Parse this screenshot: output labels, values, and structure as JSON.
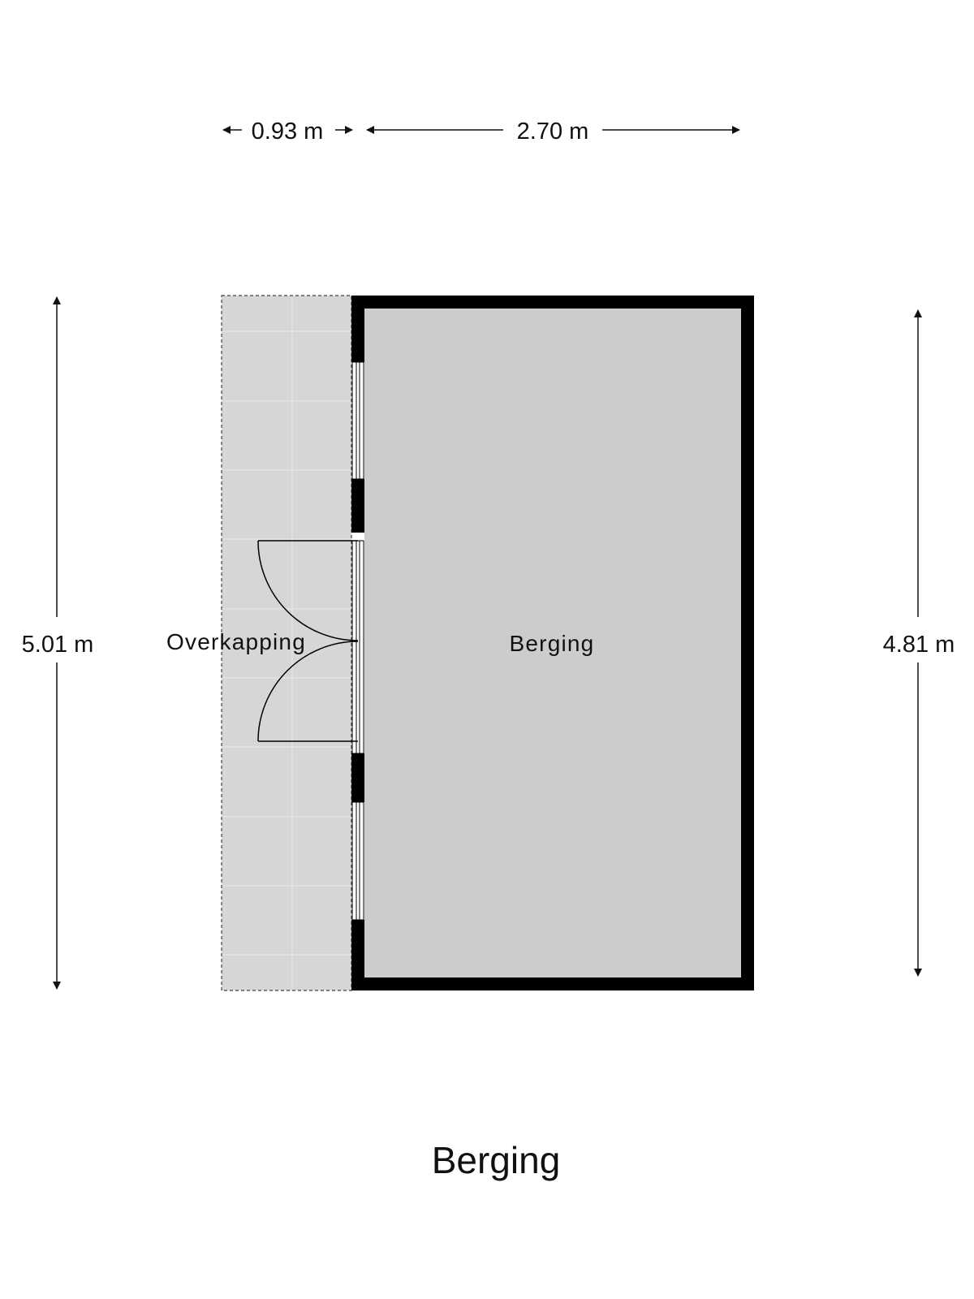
{
  "plan": {
    "title": "Berging"
  },
  "dimensions": {
    "top_left": "0.93 m",
    "top_right": "2.70 m",
    "left": "5.01 m",
    "right": "4.81 m"
  },
  "rooms": {
    "storage": "Berging",
    "canopy": "Overkapping"
  },
  "colors": {
    "wall": "#000000",
    "floor_storage": "#cccccc",
    "floor_canopy": "#d6d6d6",
    "tile_line": "#e2e2e2",
    "text": "#111111"
  }
}
